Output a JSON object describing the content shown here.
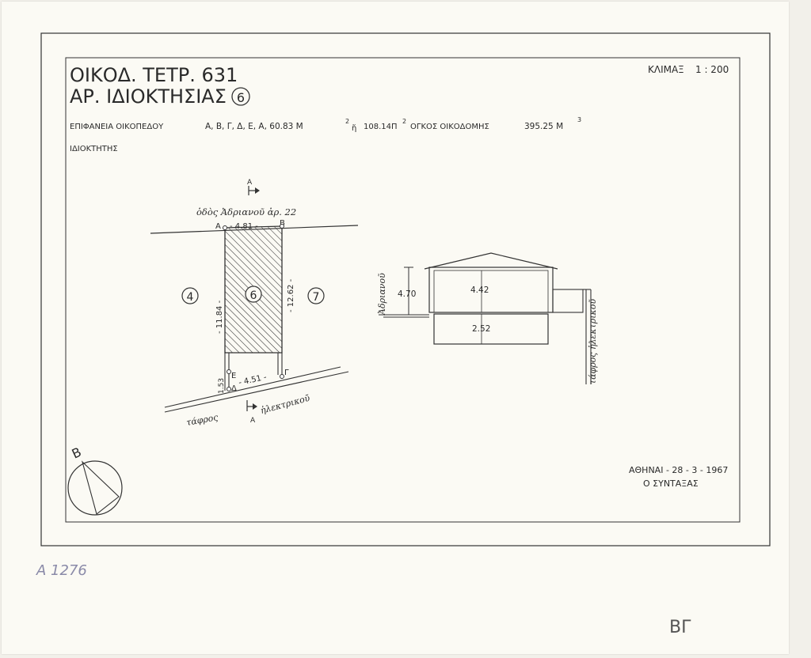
{
  "header": {
    "block_label": "ΟΙΚΟΔ. ΤΕΤΡ. 631",
    "property_label": "ΑΡ. ΙΔΙΟΚΤΗΣΙΑΣ",
    "property_number": "6",
    "scale_label": "ΚΛΙΜΑΞ",
    "scale_value": "1 : 200"
  },
  "info": {
    "area_label": "ΕΠΙΦΑΝΕΙΑ ΟΙΚΟΠΕΔΟΥ",
    "area_points": "Α, Β, Γ, Δ, Ε, Α, 60.83 Μ",
    "area_sup": "2",
    "area_or": "ἤ",
    "area_alt": "108.14Π",
    "area_alt_sup": "2",
    "volume_label": "ΟΓΚΟΣ ΟΙΚΟΔΟΜΗΣ",
    "volume_value": "395.25 Μ",
    "volume_sup": "3",
    "owner_label": "ΙΔΙΟΚΤΗΤΗΣ"
  },
  "plan": {
    "street_top": "ὁδὸς Ἀδριανοῦ ἀρ. 22",
    "street_bottom": "ἠλεκτρικοῦ",
    "ditch": "τάφρος",
    "width_top": "- 4.81 -",
    "width_bottom": "- 4.51 -",
    "left_length": "- 11.84 -",
    "right_length": "- 12.62 -",
    "short_length": "1.53",
    "corner_a": "Α",
    "corner_b": "Β",
    "corner_g": "Γ",
    "corner_d": "Δ",
    "corner_e": "Ε",
    "section_marker": "Α",
    "neighbor_left": "4",
    "center_number": "6",
    "neighbor_right": "7"
  },
  "section": {
    "street_left": "Ἀδριανοῦ",
    "street_right": "τάφρος ἠλεκτρικοῦ",
    "total_height": "4.70",
    "upper_height": "4.42",
    "lower_height": "2.52"
  },
  "north": {
    "label": "Β"
  },
  "signature": {
    "place_date": "ΑΘΗΝΑΙ - 28 - 3 - 1967",
    "role": "Ο ΣΥΝΤΑΞΑΣ"
  },
  "annotations": {
    "archive_code": "Α 1276",
    "initials": "ΒΓ"
  }
}
